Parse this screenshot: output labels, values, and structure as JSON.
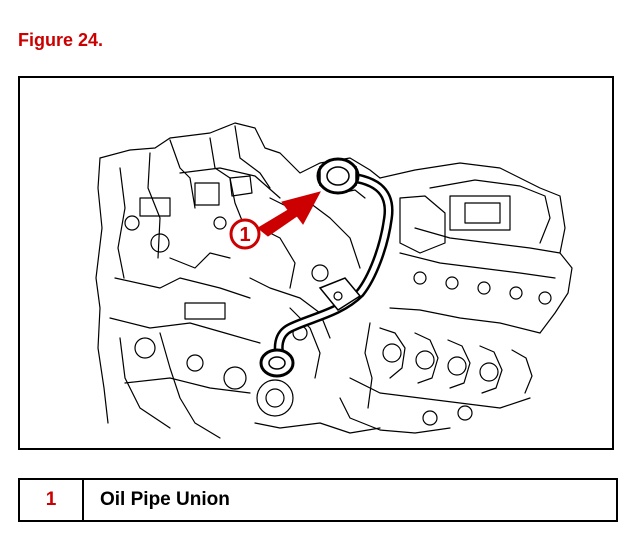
{
  "figure": {
    "title": "Figure 24."
  },
  "callouts": [
    {
      "number": "1"
    }
  ],
  "legend": {
    "rows": [
      {
        "number": "1",
        "label": "Oil Pipe Union"
      }
    ]
  },
  "colors": {
    "accent": "#cc0000",
    "line": "#000000",
    "background": "#ffffff"
  }
}
